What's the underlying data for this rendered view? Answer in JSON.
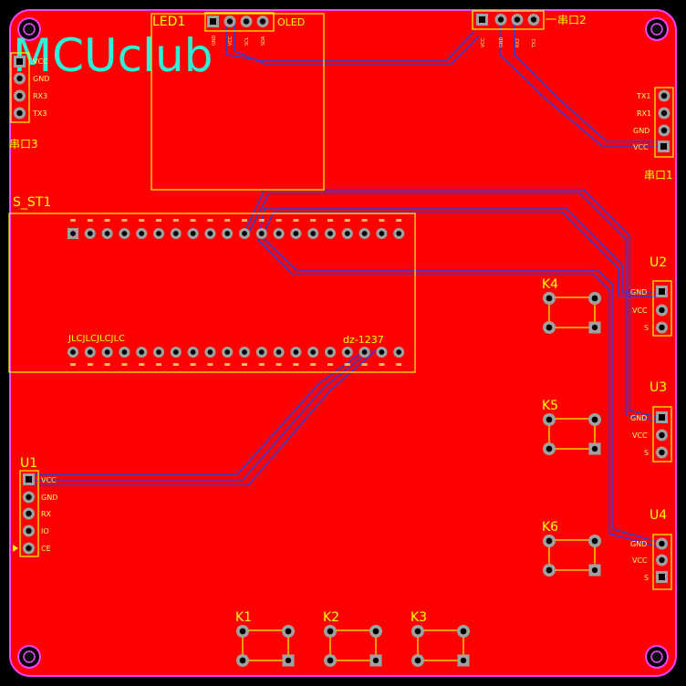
{
  "board": {
    "colors": {
      "background": "#000000",
      "copper": "#ff0000",
      "outline": "#ff40ff",
      "silk": "#ffff00",
      "trace": "#3a3acc",
      "logo": "#2ff0d8"
    },
    "logo_text": "MCUclub",
    "led1": {
      "ref": "LED1",
      "name": "OLED",
      "pins": [
        "GND",
        "VCC",
        "SCL",
        "SDA"
      ]
    },
    "uart2": {
      "ref": "串口2",
      "pins": [
        "VCC",
        "GND",
        "RX2",
        "TX2"
      ]
    },
    "uart3": {
      "ref": "串口3",
      "pins": [
        "VCC",
        "GND",
        "RX3",
        "TX3"
      ]
    },
    "uart1": {
      "ref": "串口1",
      "pins": [
        "TX1",
        "RX1",
        "GND",
        "VCC"
      ]
    },
    "s_st1": {
      "ref": "S_ST1",
      "top_text": "JLCJLCJLCJLC",
      "model": "dz-1237"
    },
    "u1": {
      "ref": "U1",
      "pins": [
        "VCC",
        "GND",
        "RX",
        "IO",
        "CE"
      ]
    },
    "u2": {
      "ref": "U2",
      "pins": [
        "GND",
        "VCC",
        "S"
      ]
    },
    "u3": {
      "ref": "U3",
      "pins": [
        "GND",
        "VCC",
        "S"
      ]
    },
    "u4": {
      "ref": "U4",
      "pins": [
        "GND",
        "VCC",
        "S"
      ]
    },
    "keys": [
      "K1",
      "K2",
      "K3",
      "K4",
      "K5",
      "K6"
    ]
  }
}
